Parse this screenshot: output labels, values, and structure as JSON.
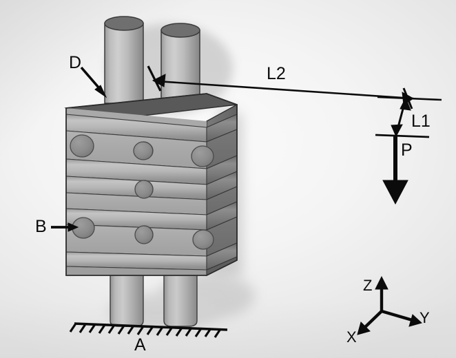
{
  "figure": {
    "type": "engineering-schematic",
    "subject": "ribbed-actuator-block-on-two-legs",
    "background_color": "#f2f2f2",
    "line_color": "#0b0b0b"
  },
  "labels": {
    "support": "A",
    "hole": "B",
    "rod_base": "D",
    "dimension_short": "L1",
    "dimension_long": "L2",
    "load": "P"
  },
  "axes": {
    "vertical": "Z",
    "lateral": "Y",
    "depth": "X"
  },
  "body": {
    "face_color": "#a9a9a9",
    "side_color": "#6e6e6e",
    "top_color": "#595959",
    "rib_highlight": "#c6c6c6",
    "rib_shadow": "#8f8f8f",
    "hole_color": "#8a8a8a",
    "outline_color": "#2b2b2b"
  },
  "rods": {
    "count_top": 2,
    "count_bottom": 2,
    "shaft_light": "#c9c9c9",
    "shaft_dark": "#8e8e8e",
    "cap_color": "#6f6f6f"
  },
  "hole_rows": [
    {
      "name": "upper-row",
      "holes": 3
    },
    {
      "name": "middle-row",
      "holes": 1
    },
    {
      "name": "lower-row",
      "holes": 3
    }
  ]
}
